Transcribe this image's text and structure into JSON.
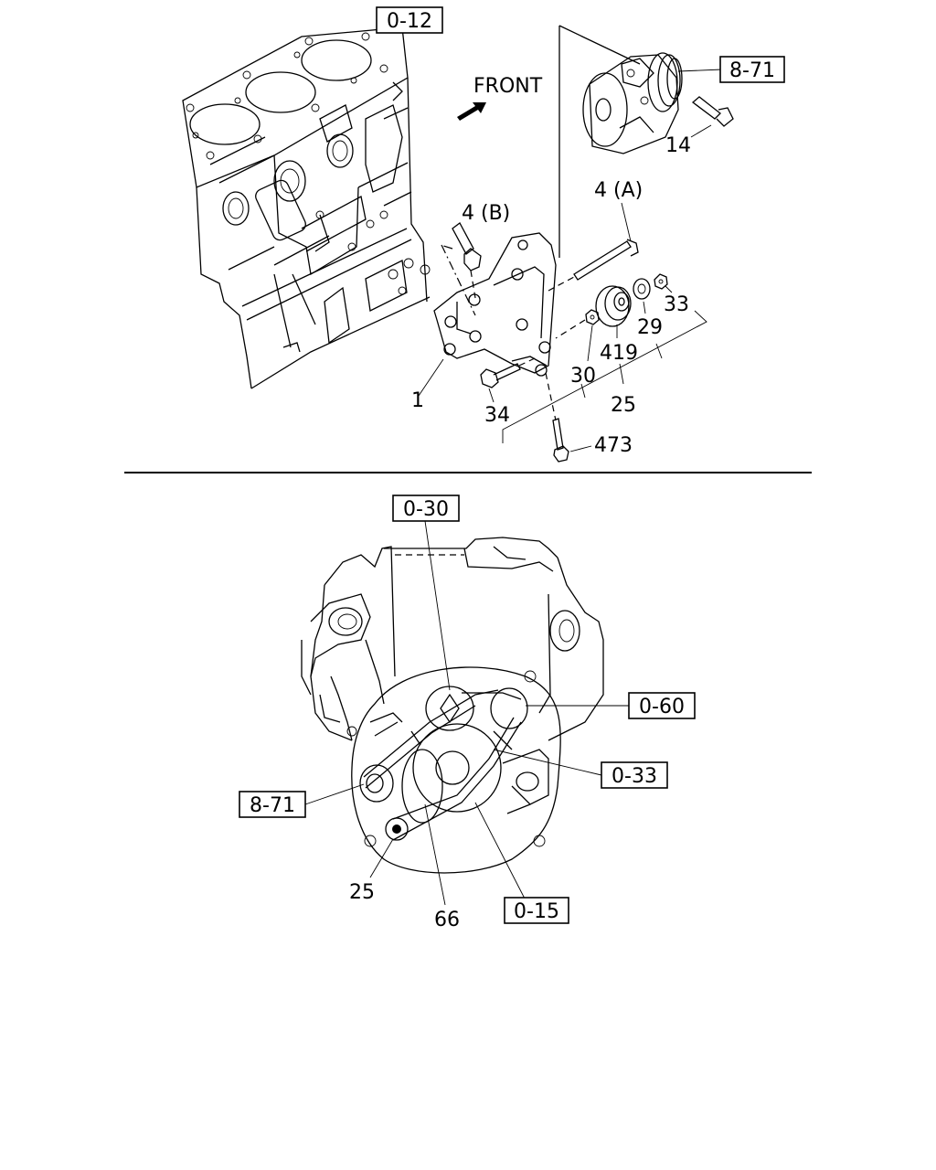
{
  "top": {
    "front_label": "FRONT",
    "ref_boxes": {
      "block": "0-12",
      "compressor": "8-71"
    },
    "callouts": {
      "p14": "14",
      "p4a": "4 (A)",
      "p4b": "4 (B)",
      "p33": "33",
      "p29": "29",
      "p419": "419",
      "p30": "30",
      "p25": "25",
      "p1": "1",
      "p34": "34",
      "p473": "473"
    }
  },
  "bottom": {
    "ref_boxes": {
      "b030": "0-30",
      "b060": "0-60",
      "b033": "0-33",
      "b871": "8-71",
      "b015": "0-15"
    },
    "callouts": {
      "p25": "25",
      "p66": "66"
    }
  }
}
